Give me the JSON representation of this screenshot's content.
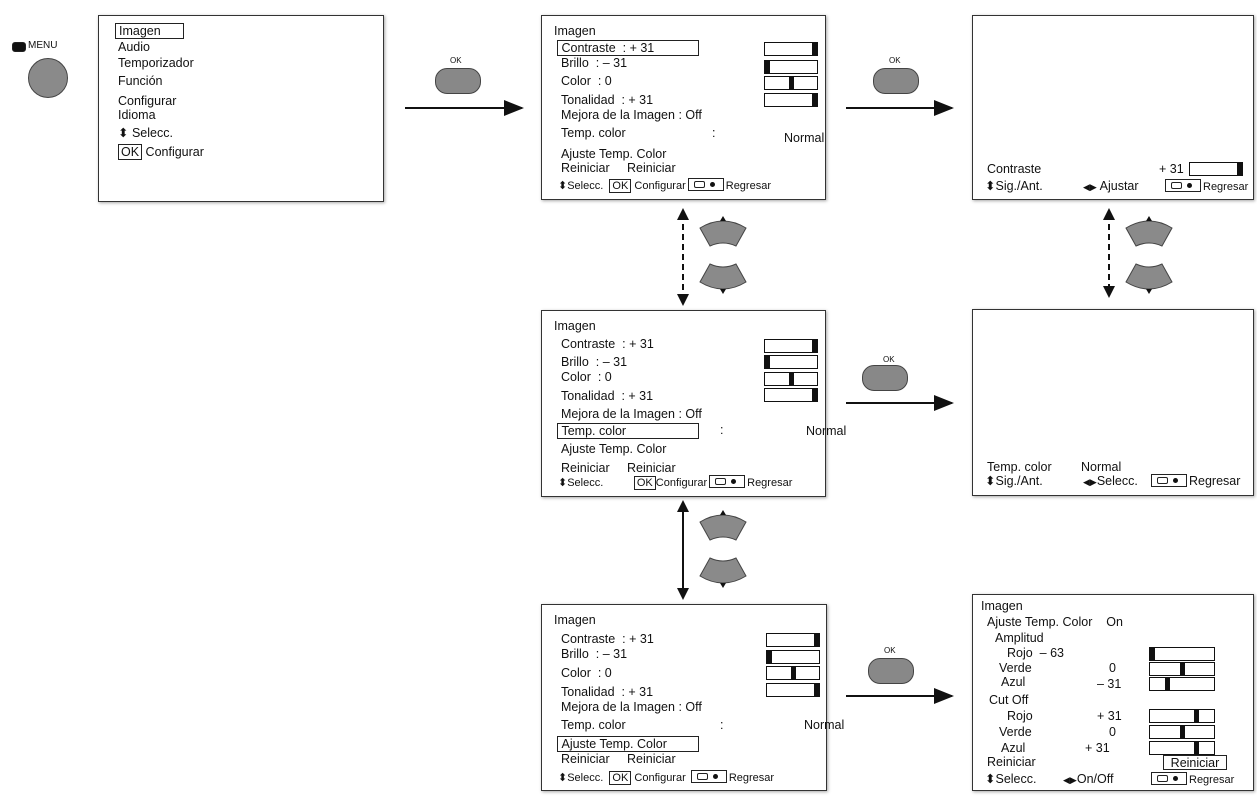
{
  "menu": {
    "label": "MENU"
  },
  "main_menu": {
    "items": [
      "Imagen",
      "Audio",
      "Temporizador",
      "Función",
      "Configurar",
      "Idioma"
    ],
    "nav_selecc": "Selecc.",
    "ok_key": "OK",
    "ok_configurar": "Configurar"
  },
  "ok_label": "OK",
  "image_menu": {
    "title": "Imagen",
    "contraste": "Contraste",
    "contraste_val": ": + 31",
    "brillo": "Brillo",
    "brillo_val": ": – 31",
    "color": "Color",
    "color_val": ":     0",
    "tonalidad": "Tonalidad",
    "tonalidad_val": ": + 31",
    "mejora": "Mejora de la Imagen",
    "mejora_val": ": Off",
    "temp_color": "Temp. color",
    "colon": ":",
    "normal": "Normal",
    "ajuste": "Ajuste Temp. Color",
    "reiniciar": "Reiniciar",
    "reiniciar_val": "Reiniciar",
    "nav_selecc": "Selecc.",
    "ok_key": "OK",
    "configurar": "Configurar",
    "regresar": "Regresar"
  },
  "bar_levels": {
    "contraste": 1.0,
    "brillo": 0.0,
    "color": 0.5,
    "tonalidad": 1.0
  },
  "contraste_screen": {
    "label": "Contraste",
    "value": "+ 31",
    "level": 1.0,
    "sig_ant": "Sig./Ant.",
    "ajustar": "Ajustar",
    "regresar": "Regresar"
  },
  "temp_screen": {
    "label": "Temp. color",
    "value": "Normal",
    "sig_ant": "Sig./Ant.",
    "selecc": "Selecc.",
    "regresar": "Regresar"
  },
  "ajuste_screen": {
    "title": "Imagen",
    "ajuste": "Ajuste Temp. Color",
    "ajuste_val": "On",
    "amplitud": "Amplitud",
    "rojo": "Rojo",
    "rojo_amp_val": "– 63",
    "verde": "Verde",
    "verde_amp_val": "0",
    "azul": "Azul",
    "azul_amp_val": "– 31",
    "cutoff": "Cut Off",
    "rojo_cut_val": "+ 31",
    "verde_cut_val": "0",
    "azul_cut_val": "+ 31",
    "reiniciar": "Reiniciar",
    "reiniciar_btn": "Reiniciar",
    "selecc": "Selecc.",
    "onoff": "On/Off",
    "regresar": "Regresar"
  },
  "ajuste_levels": {
    "rojo_amp": 0.0,
    "verde_amp": 0.5,
    "azul_amp": 0.25,
    "rojo_cut": 0.75,
    "verde_cut": 0.5,
    "azul_cut": 0.75
  },
  "colors": {
    "button_gray": "#888888",
    "line": "#111111"
  }
}
